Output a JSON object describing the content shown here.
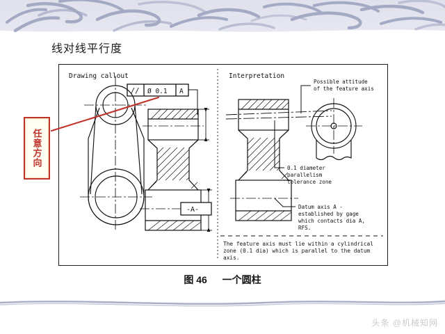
{
  "slide": {
    "title": "线对线平行度",
    "caption_figure": "图 46",
    "caption_text": "一个圆柱",
    "watermark": "头条 @机械知网"
  },
  "callout": {
    "label": "任意方向",
    "border_color": "#c0332b",
    "text_color": "#c0332b",
    "leader_color": "#c0332b"
  },
  "figure": {
    "left_heading": "Drawing callout",
    "right_heading": "Interpretation",
    "feature_control_frame": {
      "symbol": "//",
      "diameter": "Ø 0.1",
      "datum": "A"
    },
    "datum_label": "-A-",
    "annotations": [
      {
        "id": "possible-attitude",
        "lines": [
          "Possible attitude",
          "of the feature axis"
        ]
      },
      {
        "id": "tolerance-zone",
        "lines": [
          "0.1 diameter",
          "parallelism",
          "tolerance zone"
        ]
      },
      {
        "id": "datum-axis",
        "lines": [
          "Datum axis A -",
          "established by gage",
          "which contacts dia A,",
          "RFS."
        ]
      }
    ],
    "note_box": {
      "lines": [
        "The feature axis must lie within a cylindrical",
        "zone (0.1 dia) which is parallel to the datum",
        "axis."
      ]
    }
  },
  "theme": {
    "header_bg": "#e3e4ee",
    "header_stroke": "#9a9fbb",
    "page_bg": "#ffffff",
    "ink": "#1b1b1b"
  }
}
